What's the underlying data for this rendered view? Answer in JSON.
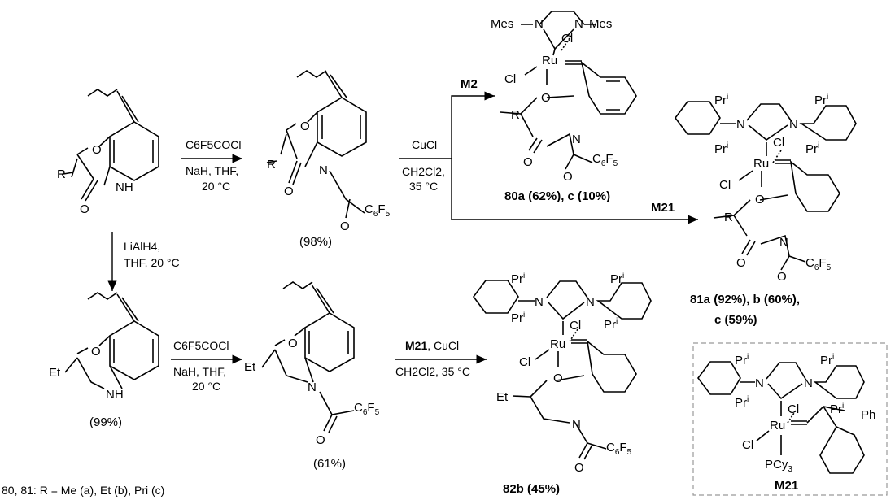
{
  "atoms": {
    "O": "O",
    "N": "N",
    "NH": "NH",
    "R": "R",
    "Et": "Et",
    "Cl": "Cl",
    "Ru": "Ru",
    "Ph": "Ph",
    "Mes": "Mes",
    "Pri": "Pr",
    "i": "i",
    "C6F5_C": "C",
    "C6F5_6": "6",
    "C6F5_F": "F",
    "C6F5_5": "5",
    "PCy3_P": "PCy",
    "PCy3_3": "3"
  },
  "reagents": {
    "step1_line1": "C6F5COCl",
    "step1_line2": "NaH, THF,",
    "step1_line3": "20 °C",
    "step2_line1": "CuCl",
    "step2_line2": "CH2Cl2,",
    "step2_line3": "35 °C",
    "M2": "M2",
    "M21": "M21",
    "lialh4_line1": "LiAlH4,",
    "lialh4_line2": "THF, 20 °C",
    "step3_line1": "C6F5COCl",
    "step3_line2": "NaH, THF,",
    "step3_line3": "20 °C",
    "step4_bold": "M21",
    "step4_rest": ", CuCl",
    "step4_line2": "CH2Cl2, 35 °C"
  },
  "yields": {
    "acyl1": "(98%)",
    "amine": "(99%)",
    "acyl2": "(61%)"
  },
  "labels": {
    "c80": "80a (62%), c (10%)",
    "c81_line1": "81a (92%), b (60%),",
    "c81_line2": "c (59%)",
    "c82": "82b (45%)",
    "m21_box": "M21",
    "footnote": "80, 81: R = Me (a), Et (b), Pri (c)"
  }
}
